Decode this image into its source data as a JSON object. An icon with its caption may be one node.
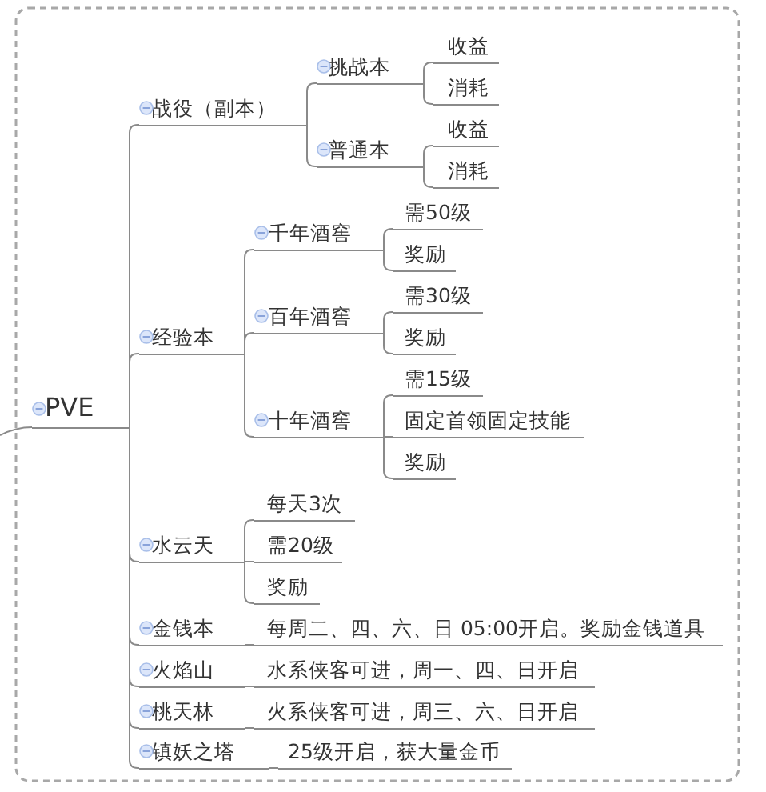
{
  "diagram": {
    "nodes": [
      {
        "text": [
          "PVE"
        ]
      },
      {
        "text": [
          "战役（副本）"
        ]
      },
      {
        "text": [
          "挑战本"
        ]
      },
      {
        "text": [
          "收益"
        ]
      },
      {
        "text": [
          "消耗"
        ]
      },
      {
        "text": [
          "普通本"
        ]
      },
      {
        "text": [
          "收益"
        ]
      },
      {
        "text": [
          "消耗"
        ]
      },
      {
        "text": [
          "经验本"
        ]
      },
      {
        "text": [
          "千年酒窖"
        ]
      },
      {
        "text": [
          "需50级"
        ]
      },
      {
        "text": [
          "奖励"
        ]
      },
      {
        "text": [
          "百年酒窖"
        ]
      },
      {
        "text": [
          "需30级"
        ]
      },
      {
        "text": [
          "奖励"
        ]
      },
      {
        "text": [
          "十年酒窖"
        ]
      },
      {
        "text": [
          "需15级"
        ]
      },
      {
        "text": [
          "固定首领固定技能"
        ]
      },
      {
        "text": [
          "奖励"
        ]
      },
      {
        "text": [
          "水云天"
        ]
      },
      {
        "text": [
          "每天3次"
        ]
      },
      {
        "text": [
          "需20级"
        ]
      },
      {
        "text": [
          "奖励"
        ]
      },
      {
        "text": [
          "金钱本"
        ]
      },
      {
        "text": [
          "每周二、四、六、日 05:00开启。奖励金钱道具"
        ]
      },
      {
        "text": [
          "火焰山"
        ]
      },
      {
        "text": [
          "水系侠客可进，周一、四、日开启"
        ]
      },
      {
        "text": [
          "桃天林"
        ]
      },
      {
        "text": [
          "火系侠客可进，周三、六、日开启"
        ]
      },
      {
        "text": [
          "镇妖之塔"
        ]
      },
      {
        "text": [
          "25级开启，获大量金币"
        ]
      }
    ],
    "edges": [
      {
        "from": null,
        "to": 0,
        "arrow": "none"
      },
      {
        "from": 0,
        "to": 1,
        "arrow": "none"
      },
      {
        "from": 1,
        "to": 2,
        "arrow": "none"
      },
      {
        "from": 2,
        "to": 3,
        "arrow": "none"
      },
      {
        "from": 2,
        "to": 4,
        "arrow": "none"
      },
      {
        "from": 1,
        "to": 5,
        "arrow": "none"
      },
      {
        "from": 5,
        "to": 6,
        "arrow": "none"
      },
      {
        "from": 5,
        "to": 7,
        "arrow": "none"
      },
      {
        "from": 0,
        "to": 8,
        "arrow": "none"
      },
      {
        "from": 8,
        "to": 9,
        "arrow": "none"
      },
      {
        "from": 9,
        "to": 10,
        "arrow": "none"
      },
      {
        "from": 9,
        "to": 11,
        "arrow": "none"
      },
      {
        "from": 8,
        "to": 12,
        "arrow": "none"
      },
      {
        "from": 12,
        "to": 13,
        "arrow": "none"
      },
      {
        "from": 12,
        "to": 14,
        "arrow": "none"
      },
      {
        "from": 8,
        "to": 15,
        "arrow": "none"
      },
      {
        "from": 15,
        "to": 16,
        "arrow": "none"
      },
      {
        "from": 15,
        "to": 17,
        "arrow": "none"
      },
      {
        "from": 15,
        "to": 18,
        "arrow": "none"
      },
      {
        "from": 0,
        "to": 19,
        "arrow": "none"
      },
      {
        "from": 19,
        "to": 20,
        "arrow": "none"
      },
      {
        "from": 19,
        "to": 21,
        "arrow": "none"
      },
      {
        "from": 19,
        "to": 22,
        "arrow": "none"
      },
      {
        "from": 0,
        "to": 23,
        "arrow": "none"
      },
      {
        "from": 23,
        "to": 24,
        "arrow": "none"
      },
      {
        "from": 0,
        "to": 25,
        "arrow": "none"
      },
      {
        "from": 25,
        "to": 26,
        "arrow": "none"
      },
      {
        "from": 0,
        "to": 27,
        "arrow": "none"
      },
      {
        "from": 27,
        "to": 28,
        "arrow": "none"
      },
      {
        "from": 0,
        "to": 29,
        "arrow": "none"
      },
      {
        "from": 29,
        "to": 30,
        "arrow": "none"
      }
    ]
  }
}
